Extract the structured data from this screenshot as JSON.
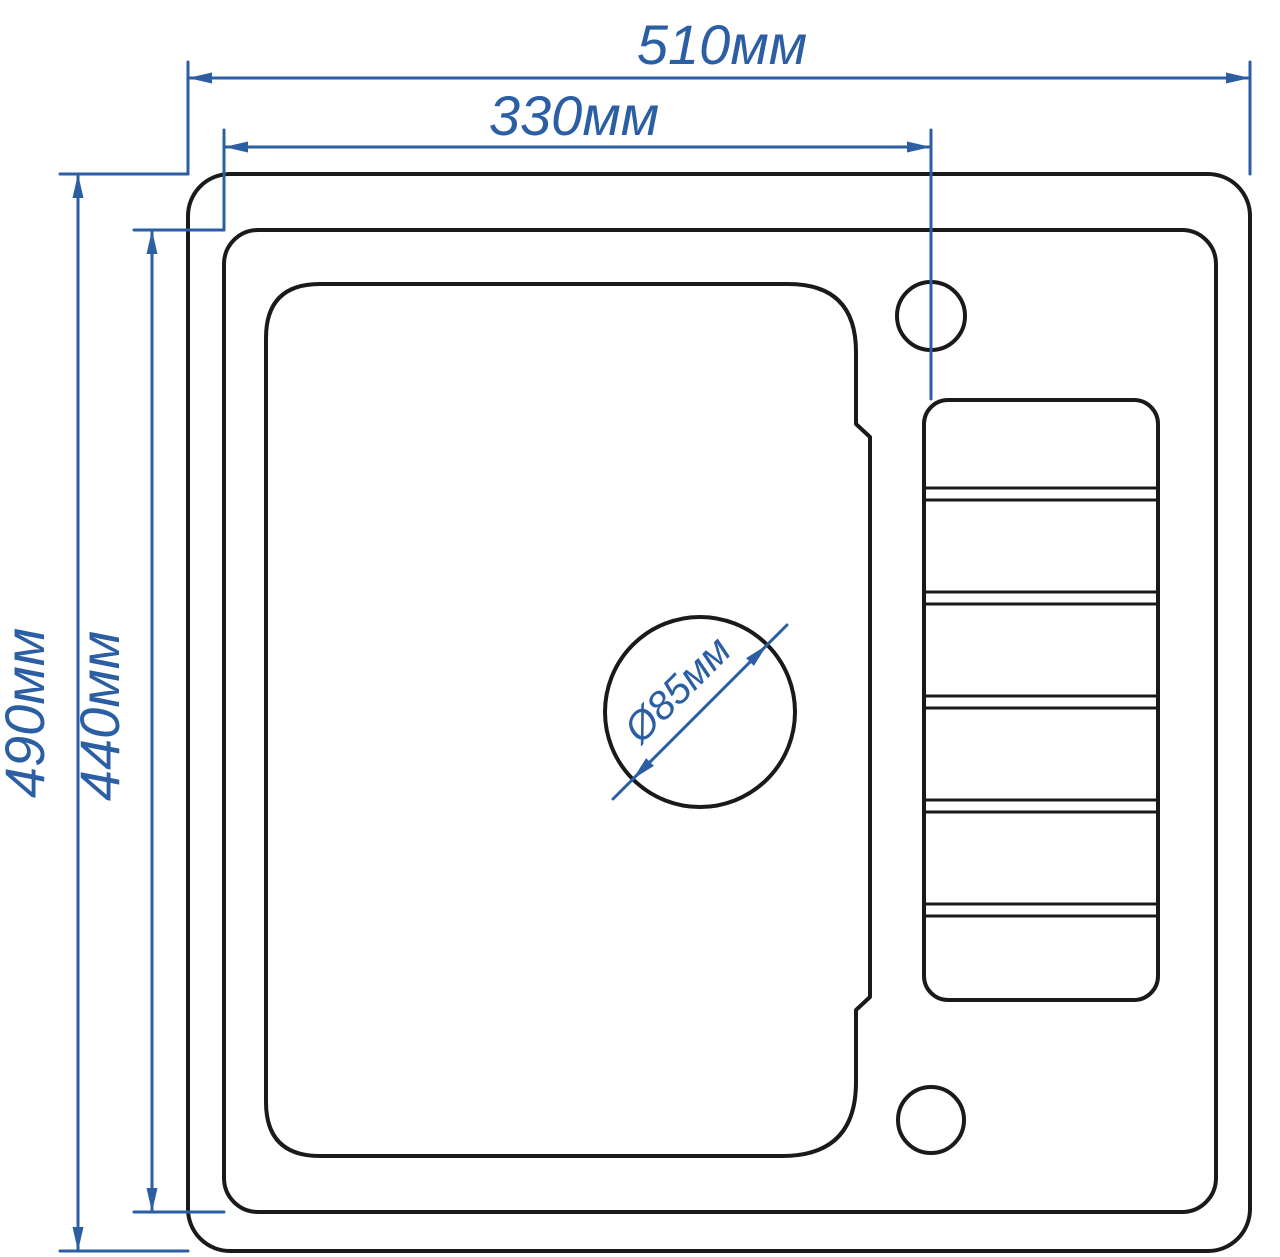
{
  "colors": {
    "line": "#1a1a1a",
    "dimension": "#2b5ea3",
    "background": "#ffffff"
  },
  "dimensions": {
    "overall_width_label": "510мм",
    "bowl_width_label": "330мм",
    "overall_height_label": "490мм",
    "bowl_height_label": "440мм",
    "drain_diameter_label": "Ø85мм"
  },
  "values_mm": {
    "overall_width": 510,
    "bowl_width": 330,
    "overall_height": 490,
    "bowl_height": 440,
    "drain_diameter": 85
  }
}
